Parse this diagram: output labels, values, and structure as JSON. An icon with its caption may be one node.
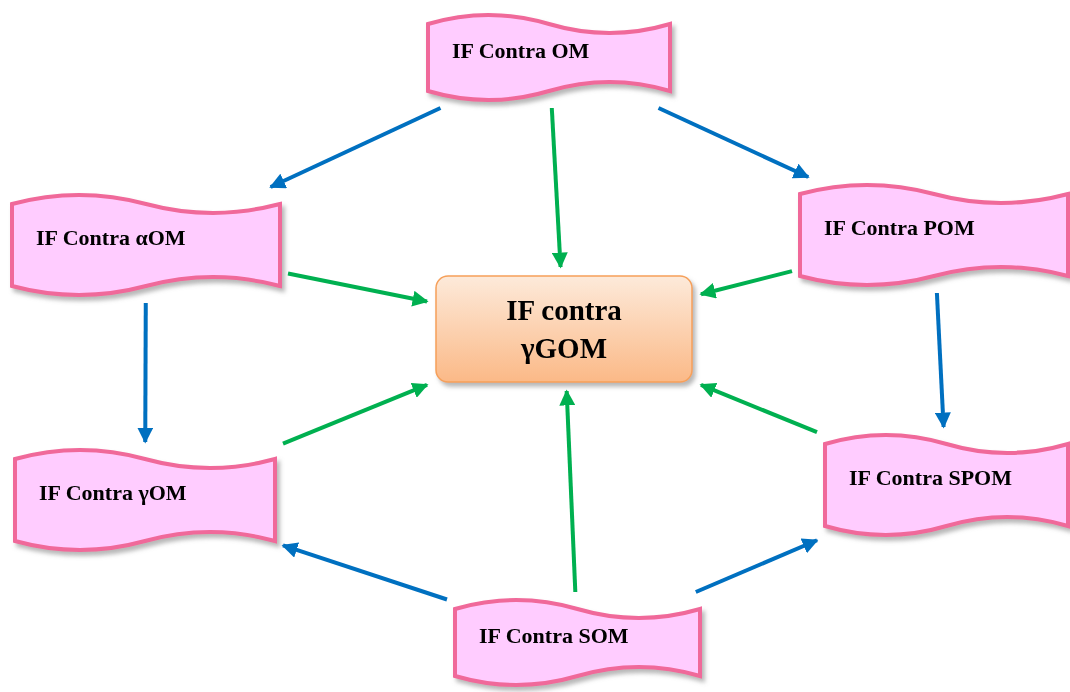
{
  "diagram": {
    "nodes": [
      {
        "text": [
          "IF Contra OM"
        ]
      },
      {
        "text": [
          "IF Contra αOM"
        ]
      },
      {
        "text": [
          "IF contra γGOM"
        ]
      },
      {
        "text": [
          "IF Contra POM"
        ]
      },
      {
        "text": [
          "IF Contra γOM"
        ]
      },
      {
        "text": [
          "IF Contra SPOM"
        ]
      },
      {
        "text": [
          "IF Contra SOM"
        ]
      }
    ],
    "edges": [
      {
        "from": 0,
        "to": 1,
        "arrow": "to",
        "color": "#0070c0"
      },
      {
        "from": 0,
        "to": 3,
        "arrow": "to",
        "color": "#0070c0"
      },
      {
        "from": 0,
        "to": 2,
        "arrow": "to",
        "color": "#00b050"
      },
      {
        "from": 1,
        "to": 2,
        "arrow": "to",
        "color": "#00b050"
      },
      {
        "from": 3,
        "to": 2,
        "arrow": "to",
        "color": "#00b050"
      },
      {
        "from": 1,
        "to": 4,
        "arrow": "to",
        "color": "#0070c0"
      },
      {
        "from": 3,
        "to": 5,
        "arrow": "to",
        "color": "#0070c0"
      },
      {
        "from": 4,
        "to": 2,
        "arrow": "to",
        "color": "#00b050"
      },
      {
        "from": 5,
        "to": 2,
        "arrow": "to",
        "color": "#00b050"
      },
      {
        "from": 6,
        "to": 2,
        "arrow": "to",
        "color": "#00b050"
      },
      {
        "from": 6,
        "to": 4,
        "arrow": "to",
        "color": "#0070c0"
      },
      {
        "from": 6,
        "to": 5,
        "arrow": "to",
        "color": "#0070c0"
      }
    ]
  }
}
